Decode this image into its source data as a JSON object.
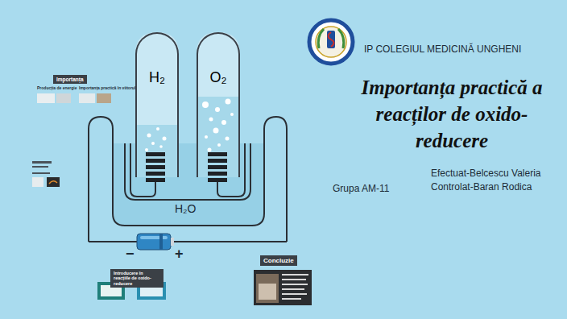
{
  "diagram": {
    "title": "Importanța practică a reacților de oxido-reducere",
    "nodes": [
      {
        "text": [
          "Importanța"
        ]
      },
      {
        "text": [
          "H₂"
        ]
      },
      {
        "text": [
          "O₂"
        ]
      },
      {
        "text": [
          "Introducere în reacțiile de oxido-reducere"
        ]
      },
      {
        "text": [
          "Concluzie"
        ]
      }
    ],
    "labels": [
      "IP COLEGIUL MEDICINĂ UNGHENI",
      "Efectuat-Belcescu Valeria",
      "Controlat-Baran Rodica",
      "Grupa AM-11",
      "H₂O",
      "−",
      "+",
      "Producția de energie",
      "Importanța practică în viitorul"
    ]
  }
}
